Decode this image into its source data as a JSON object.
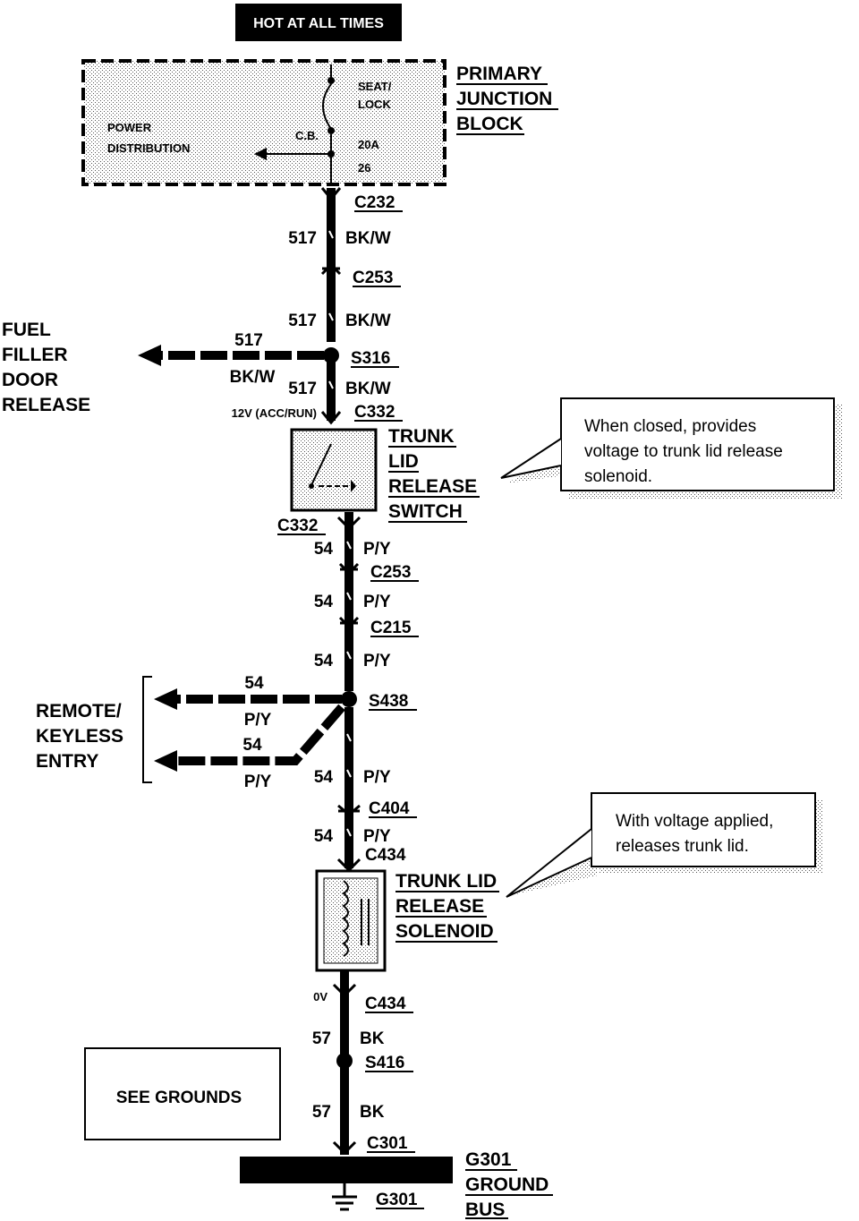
{
  "header": "HOT AT ALL TIMES",
  "junction_block": {
    "name": [
      "PRIMARY",
      "JUNCTION",
      "BLOCK"
    ],
    "fuse_label": [
      "SEAT/",
      "LOCK"
    ],
    "power_label": [
      "POWER",
      "DISTRIBUTION"
    ],
    "cb_label": "C.B.",
    "rating": "20A",
    "fuse_number": "26"
  },
  "connectors": {
    "c232": "C232",
    "c253a": "C253",
    "c332a": "C332",
    "c332b": "C332",
    "c253b": "C253",
    "c215": "C215",
    "c404": "C404",
    "c434a": "C434",
    "c434b": "C434",
    "c301": "C301"
  },
  "splices": {
    "s316": "S316",
    "s438": "S438",
    "s416": "S416"
  },
  "circuits": {
    "c517": "517",
    "bkw": "BK/W",
    "c54": "54",
    "py": "P/Y",
    "c57": "57",
    "bk": "BK",
    "v12": "12V (ACC/RUN)",
    "v0": "0V"
  },
  "fuel_filler": [
    "FUEL",
    "FILLER",
    "DOOR",
    "RELEASE"
  ],
  "trunk_switch": [
    "TRUNK",
    "LID",
    "RELEASE",
    "SWITCH"
  ],
  "remote_keyless": [
    "REMOTE/",
    "KEYLESS",
    "ENTRY"
  ],
  "solenoid": [
    "TRUNK LID",
    "RELEASE",
    "SOLENOID"
  ],
  "callout_switch": [
    "When closed, provides",
    "voltage to trunk lid release",
    "solenoid."
  ],
  "callout_solenoid": [
    "With voltage applied,",
    "releases trunk lid."
  ],
  "see_grounds": "SEE GROUNDS",
  "ground_bus": [
    "G301",
    "GROUND",
    "BUS"
  ],
  "ground": "G301"
}
